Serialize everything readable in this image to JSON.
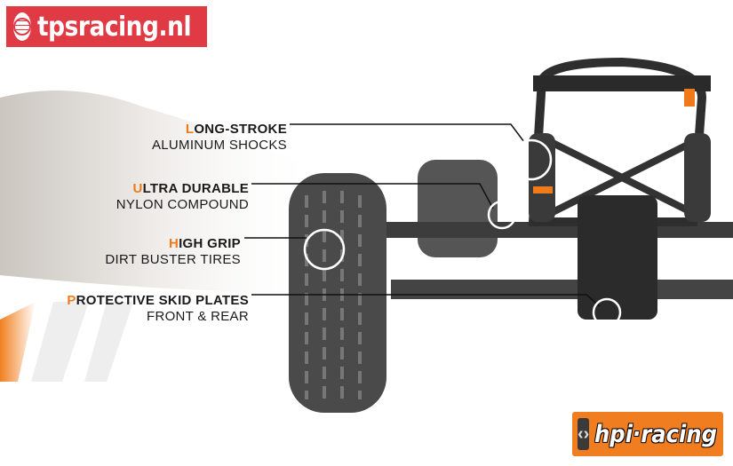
{
  "brand_logo": {
    "text": "tpsracing.nl"
  },
  "maker_logo": {
    "text": "hpi·racing"
  },
  "callouts": [
    {
      "first": "L",
      "title": "ONG-STROKE",
      "subtitle": "ALUMINUM SHOCKS"
    },
    {
      "first": "U",
      "title": "LTRA DURABLE",
      "subtitle": "NYLON COMPOUND"
    },
    {
      "first": "H",
      "title": "IGH GRIP",
      "subtitle": "DIRT BUSTER TIRES"
    },
    {
      "first": "P",
      "title": "ROTECTIVE SKID PLATES",
      "subtitle": "FRONT & REAR"
    }
  ],
  "colors": {
    "accent": "#f07a1a",
    "tps_red": "#e03a45"
  }
}
